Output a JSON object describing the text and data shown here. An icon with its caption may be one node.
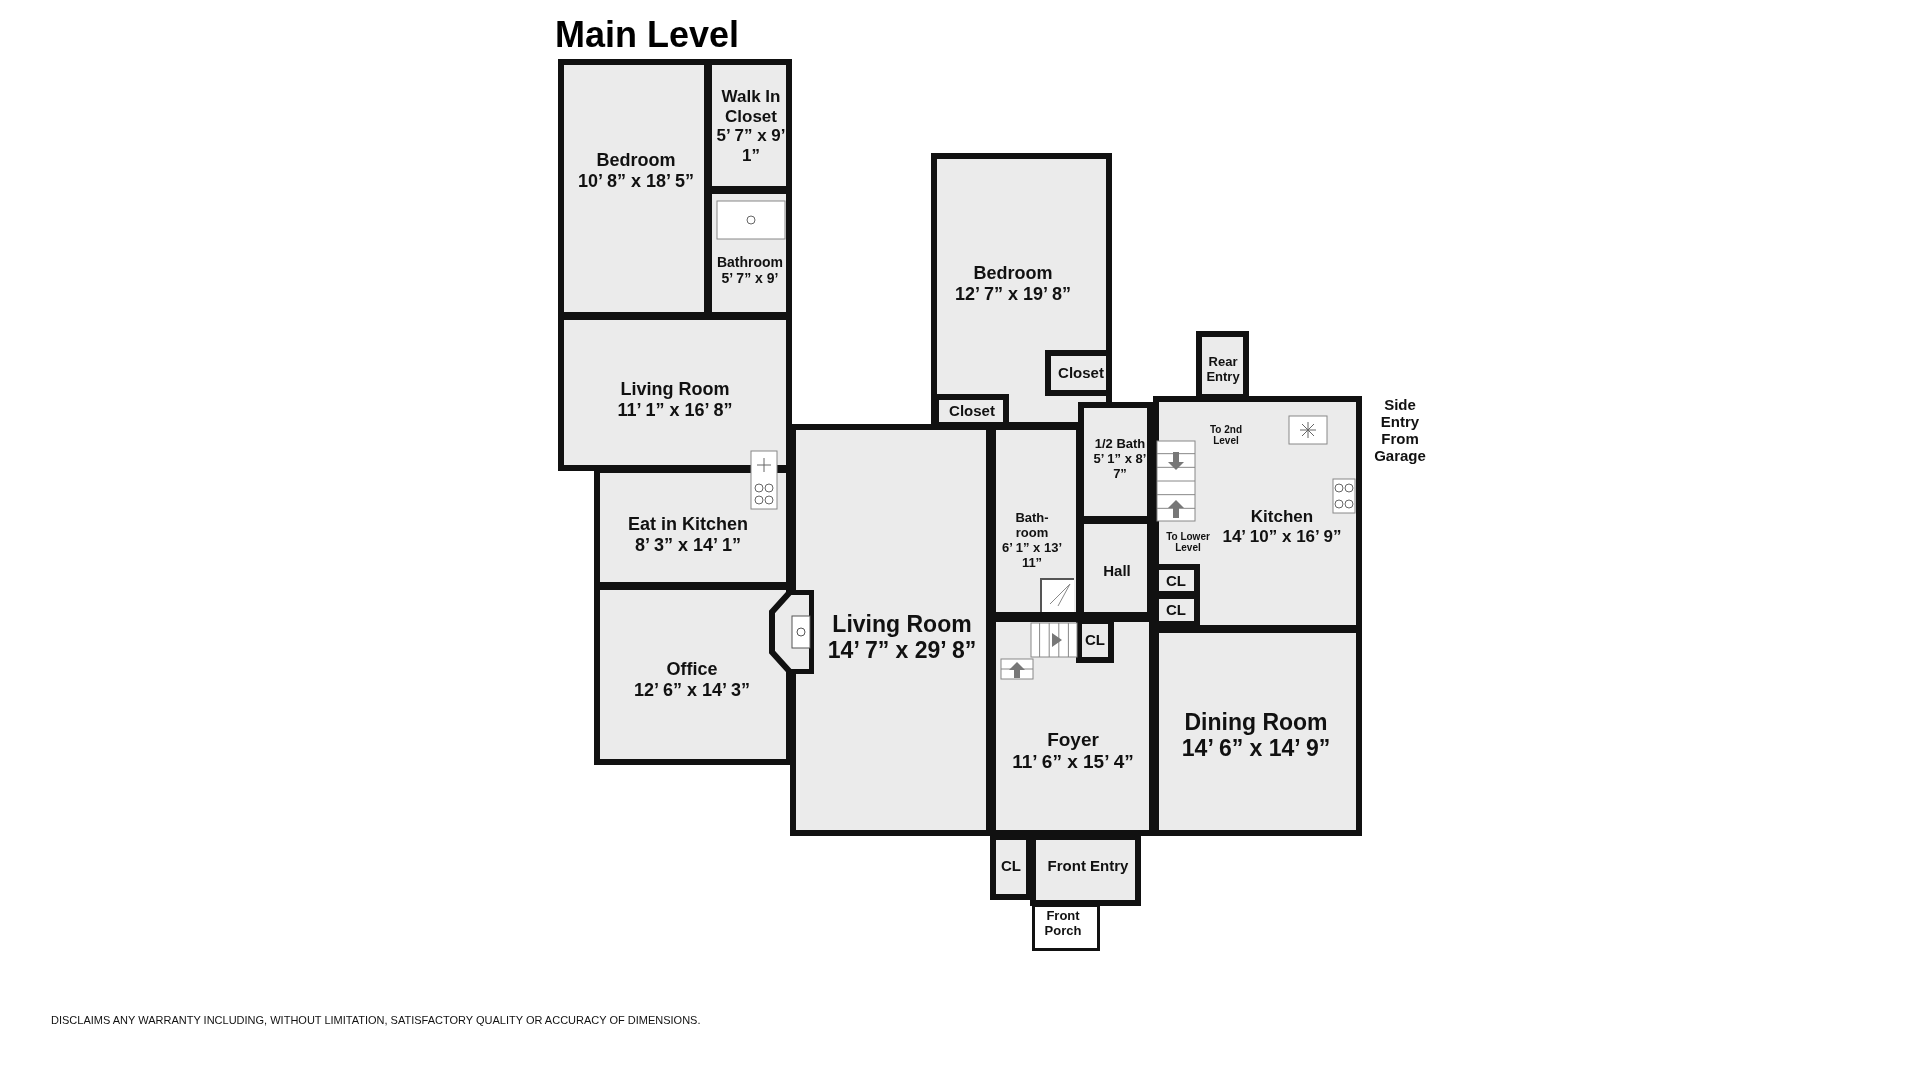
{
  "diagram": {
    "title": "Main Level",
    "nodes": [
      {
        "text": [
          "Bedroom",
          "10’ 8” x 18’ 5”"
        ]
      },
      {
        "text": [
          "Walk In Closet",
          "5’ 7” x 9’ 1”"
        ]
      },
      {
        "text": [
          "Bathroom",
          "5’ 7” x 9’"
        ]
      },
      {
        "text": [
          "Bedroom",
          "12’ 7” x 19’ 8”"
        ]
      },
      {
        "text": [
          "Closet"
        ],
        "in": 3
      },
      {
        "text": [
          "Closet"
        ],
        "in": 3
      },
      {
        "text": [
          "Living Room",
          "11’ 1” x 16’ 8”"
        ]
      },
      {
        "text": [
          "Rear Entry"
        ]
      },
      {
        "text": [
          "1/2 Bath",
          "5’ 1” x 8’ 7”"
        ]
      },
      {
        "text": [
          "Kitchen",
          "14’ 10” x 16’ 9”"
        ]
      },
      {
        "text": [
          "Eat in Kitchen",
          "8’ 3” x 14’ 1”"
        ]
      },
      {
        "text": [
          "Bath- room",
          "6’ 1” x 13’ 11”"
        ]
      },
      {
        "text": [
          "Hall"
        ]
      },
      {
        "text": [
          "CL"
        ],
        "in": 9
      },
      {
        "text": [
          "CL"
        ],
        "in": 9
      },
      {
        "text": [
          "Living Room",
          "14’ 7” x 29’ 8”"
        ]
      },
      {
        "text": [
          "CL"
        ],
        "in": 18
      },
      {
        "text": [
          "Office",
          "12’ 6” x 14’ 3”"
        ]
      },
      {
        "text": [
          "Foyer",
          "11’ 6” x 15’ 4”"
        ]
      },
      {
        "text": [
          "Dining Room",
          "14’ 6” x 14’ 9”"
        ]
      },
      {
        "text": [
          "CL"
        ]
      },
      {
        "text": [
          "Front Entry"
        ]
      },
      {
        "text": [
          "Front Porch"
        ]
      }
    ],
    "labels": [
      "Side Entry From Garage",
      "To 2nd Level",
      "To Lower Level",
      "DISCLAIMS ANY WARRANTY INCLUDING, WITHOUT LIMITATION, SATISFACTORY QUALITY OR ACCURACY OF DIMENSIONS."
    ]
  }
}
